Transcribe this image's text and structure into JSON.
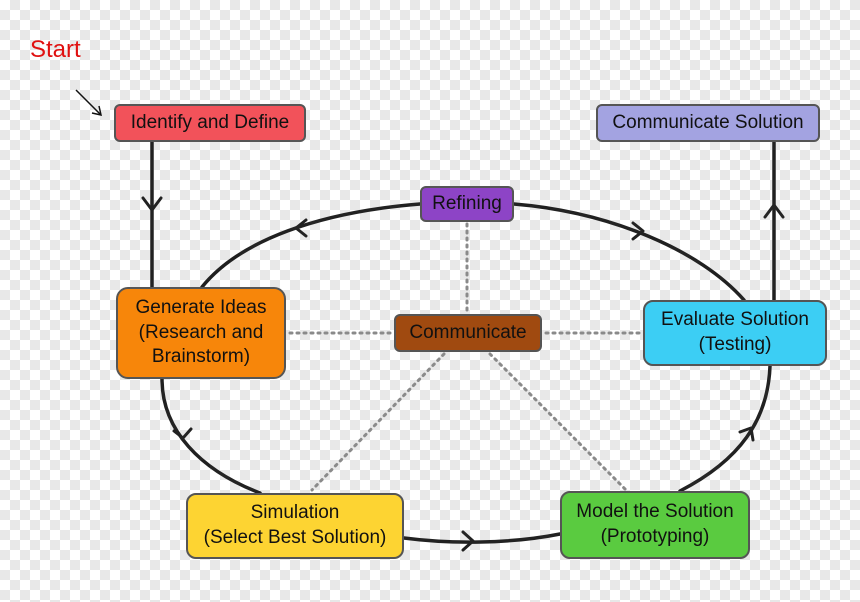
{
  "start_label": "Start",
  "nodes": {
    "identify": "Identify and Define",
    "communicate_solution": "Communicate Solution",
    "refining": "Refining",
    "generate": "Generate Ideas\n(Research and\nBrainstorm)",
    "communicate": "Communicate",
    "evaluate": "Evaluate Solution\n(Testing)",
    "simulation": "Simulation\n(Select Best Solution)",
    "model": "Model the Solution\n(Prototyping)"
  },
  "colors": {
    "start": "#e01010",
    "identify": "#f2525a",
    "communicate_solution": "#a3a3e1",
    "refining": "#8d44c6",
    "generate": "#f7860a",
    "communicate": "#a04a10",
    "evaluate": "#3ccef4",
    "simulation": "#fdd432",
    "model": "#5acb40",
    "connector": "#222222",
    "dotted_link": "#8a8a8a"
  }
}
